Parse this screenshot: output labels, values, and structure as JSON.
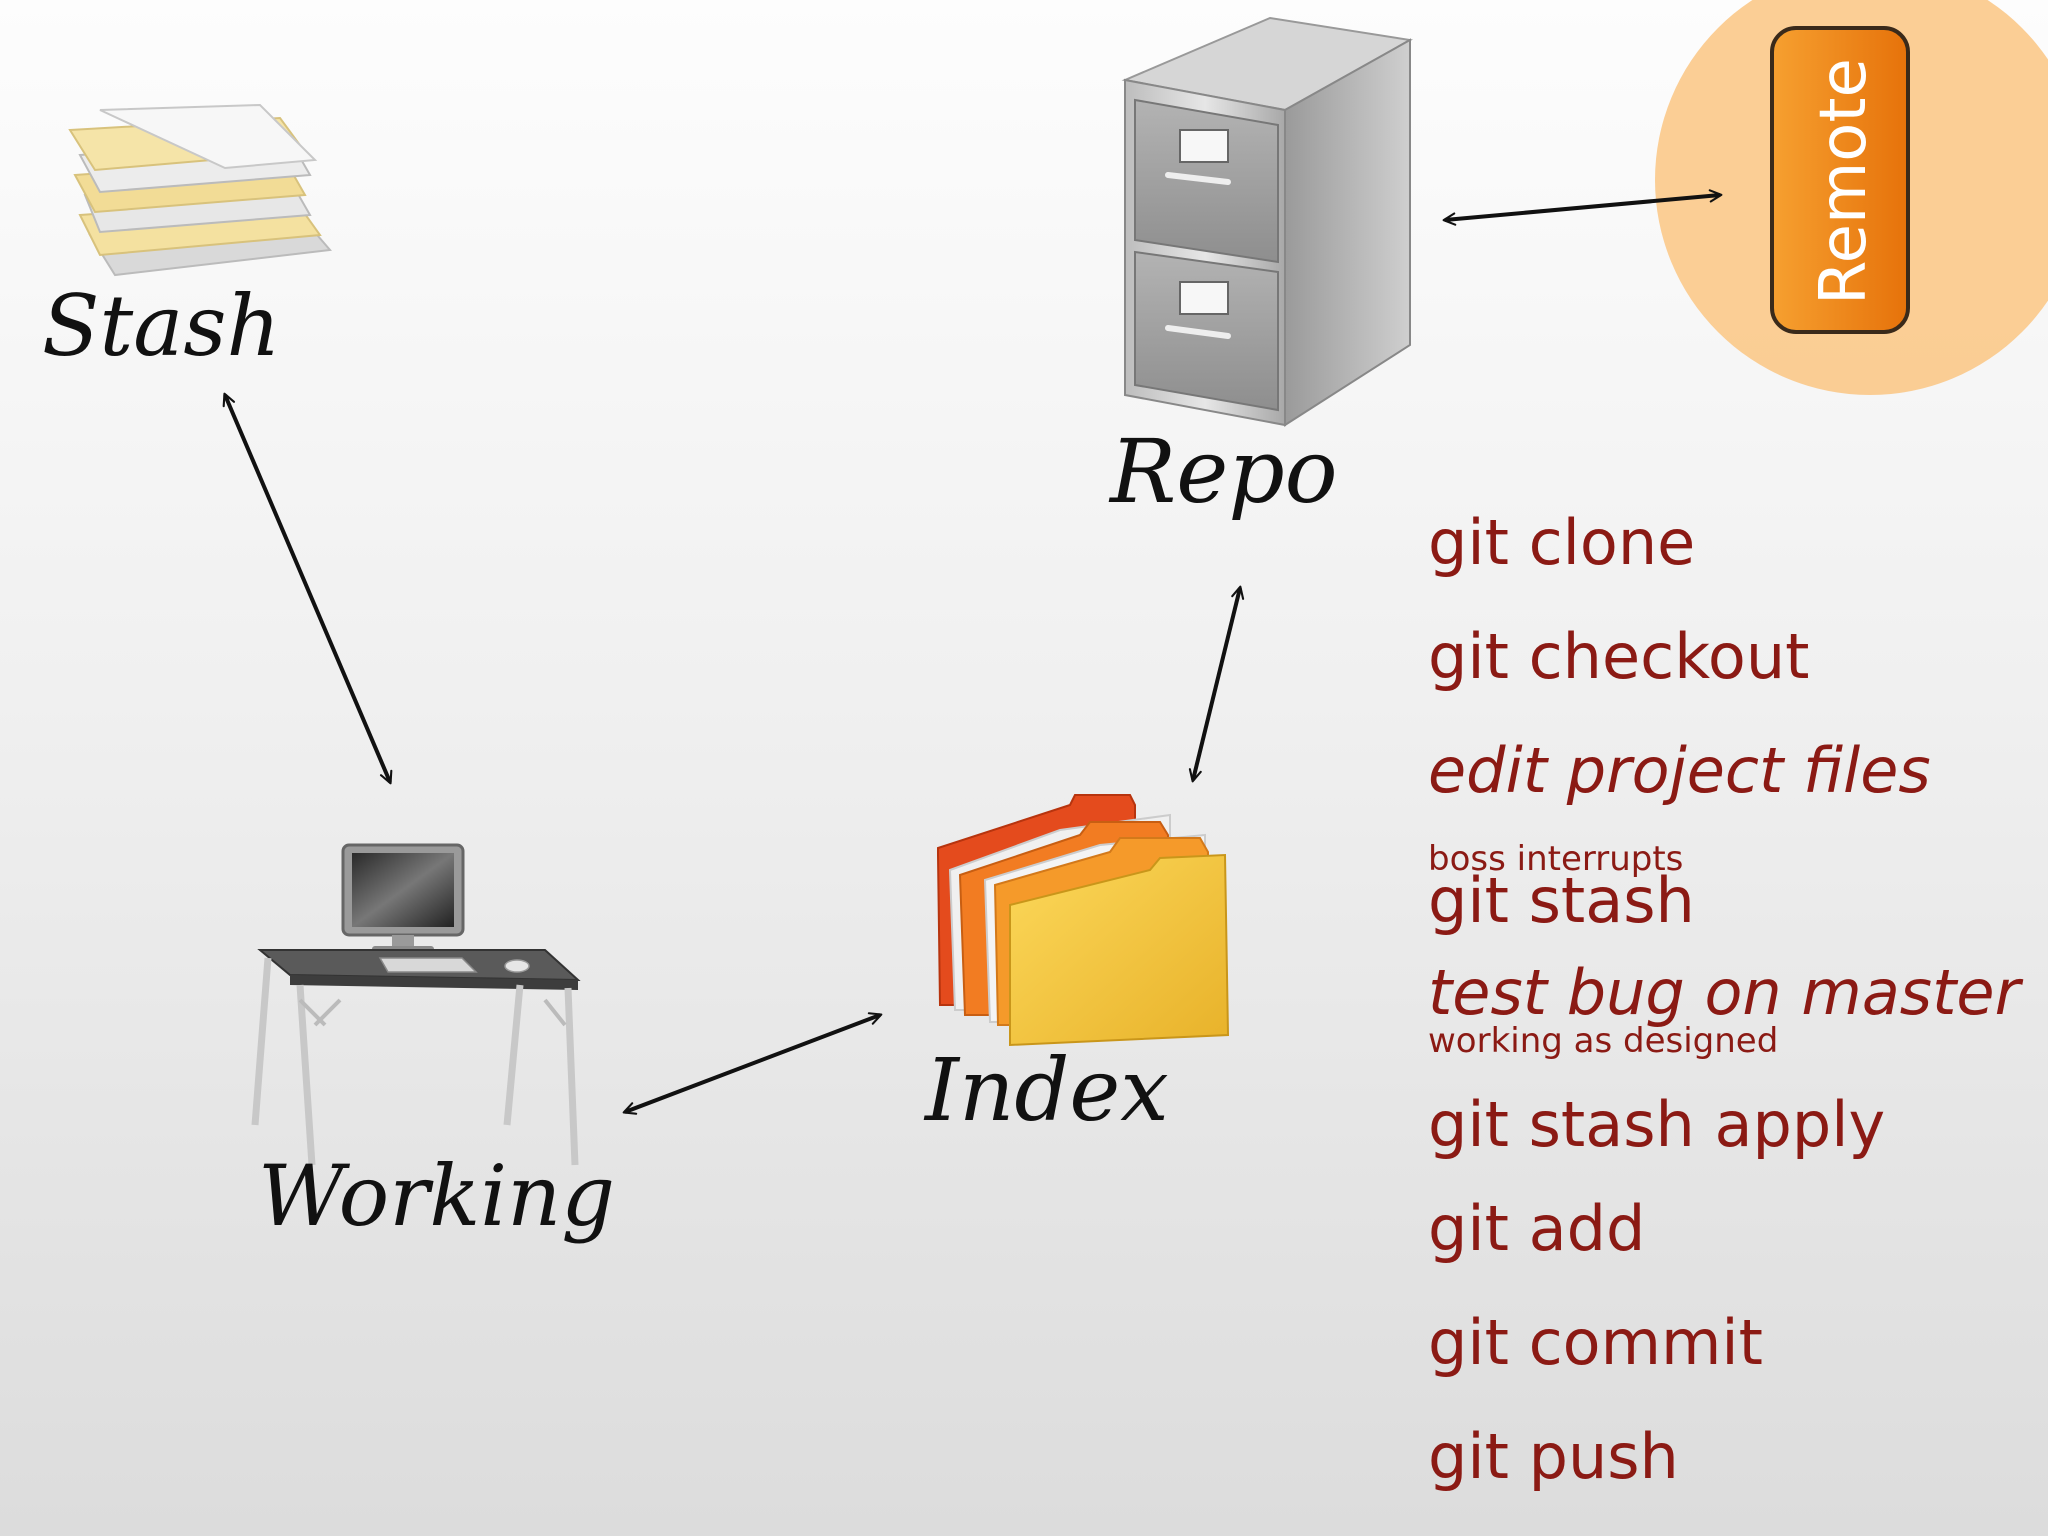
{
  "nodes": {
    "stash": "Stash",
    "working": "Working",
    "index": "Index",
    "repo": "Repo",
    "remote": "Remote"
  },
  "steps": [
    {
      "text": "git clone",
      "style": "normal"
    },
    {
      "text": "git checkout",
      "style": "normal"
    },
    {
      "text": "edit project files",
      "style": "italic"
    },
    {
      "text": "boss interrupts",
      "style": "note"
    },
    {
      "text": "git stash",
      "style": "normal"
    },
    {
      "text": "test bug on master",
      "style": "italic"
    },
    {
      "text": "working as designed",
      "style": "note"
    },
    {
      "text": "git stash apply",
      "style": "normal"
    },
    {
      "text": "git add",
      "style": "normal"
    },
    {
      "text": "git commit",
      "style": "normal"
    },
    {
      "text": "git push",
      "style": "normal"
    }
  ],
  "icons": {
    "stash": "paper-stack-icon",
    "working": "desk-computer-icon",
    "index": "folders-icon",
    "repo": "filing-cabinet-icon"
  },
  "colors": {
    "command_text": "#8b1a14",
    "remote_circle": "#fbc98a",
    "remote_badge": "#f0820f",
    "arrow": "#111111"
  }
}
